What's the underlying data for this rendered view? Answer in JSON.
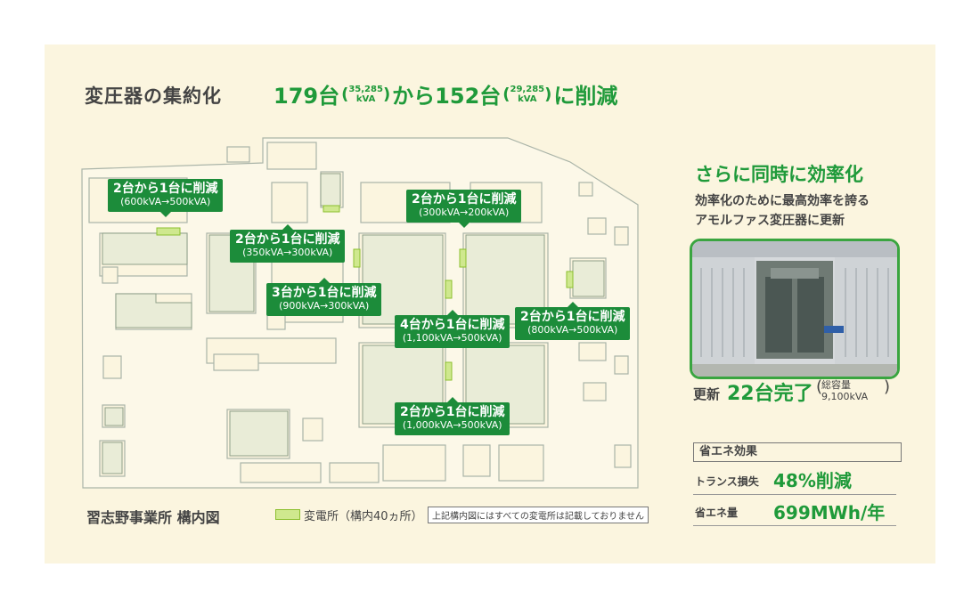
{
  "title": {
    "main": "変圧器の集約化",
    "before_count": "179台",
    "before_kva_num": "35,285",
    "before_kva_unit": "kVA",
    "middle": "から152台",
    "after_kva_num": "29,285",
    "after_kva_unit": "kVA",
    "end": "に削減"
  },
  "callouts": [
    {
      "line1": "2台から1台に削減",
      "line2": "(600kVA→500kVA)"
    },
    {
      "line1": "2台から1台に削減",
      "line2": "(350kVA→300kVA)"
    },
    {
      "line1": "3台から1台に削減",
      "line2": "(900kVA→300kVA)"
    },
    {
      "line1": "2台から1台に削減",
      "line2": "(300kVA→200kVA)"
    },
    {
      "line1": "4台から1台に削減",
      "line2": "(1,100kVA→500kVA)"
    },
    {
      "line1": "2台から1台に削減",
      "line2": "(800kVA→500kVA)"
    },
    {
      "line1": "2台から1台に削減",
      "line2": "(1,000kVA→500kVA)"
    }
  ],
  "map": {
    "caption": "習志野事業所 構内図",
    "legend_label": "変電所（構内40ヵ所）",
    "note": "上記構内図にはすべての変電所は記載しておりません"
  },
  "side": {
    "heading": "さらに同時に効率化",
    "desc_line1": "効率化のために最高効率を誇る",
    "desc_line2": "アモルファス変圧器に更新",
    "photo_label": "amorphous-transformer-photo",
    "update_label": "更新",
    "update_value": "22台完了",
    "update_cap1": "総容量",
    "update_cap2": "9,100kVA",
    "effect_title": "省エネ効果",
    "effect_rows": [
      {
        "label": "トランス損失",
        "value": "48%削減"
      },
      {
        "label": "省エネ量",
        "value": "699MWh/年"
      }
    ]
  },
  "colors": {
    "accent_green": "#1f9a3a",
    "callout_green": "#1c8c3a",
    "substation": "#cfe88e",
    "panel": "#fbf5df"
  }
}
